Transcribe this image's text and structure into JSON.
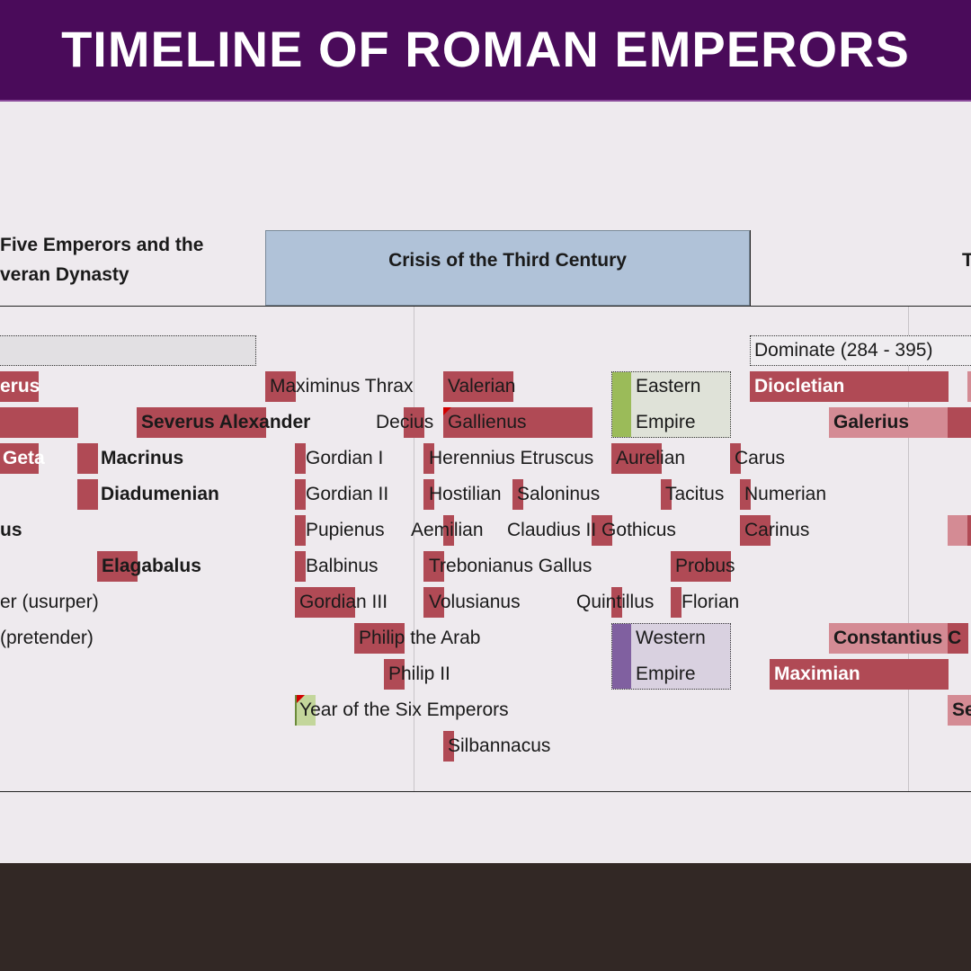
{
  "header": {
    "title": "TIMELINE OF ROMAN EMPERORS"
  },
  "eras": {
    "left_line1": "Five Emperors and the",
    "left_line2": "veran Dynasty",
    "crisis": "Crisis of the Third Century",
    "right_partial": "T"
  },
  "periods": {
    "dominate": "Dominate (284 - 395)"
  },
  "blocks": {
    "eastern_line1": "Eastern",
    "eastern_line2": "Empire",
    "western_line1": "Western",
    "western_line2": "Empire"
  },
  "emperors": {
    "erus": "erus",
    "severus_alexander": "Severus Alexander",
    "geta": "Geta",
    "macrinus": "Macrinus",
    "diadumenian": "Diadumenian",
    "us": "us",
    "elagabalus": "Elagabalus",
    "usurper": "er (usurper)",
    "pretender": "(pretender)",
    "maximinus_thrax": "Maximinus Thrax",
    "gordian_1": "Gordian I",
    "gordian_2": "Gordian II",
    "pupienus": "Pupienus",
    "balbinus": "Balbinus",
    "gordian_3": "Gordian III",
    "philip_arab": "Philip the Arab",
    "philip_2": "Philip II",
    "six_emperors": "Year of the Six Emperors",
    "decius": "Decius",
    "valerian": "Valerian",
    "gallienus": "Gallienus",
    "herennius": "Herennius Etruscus",
    "hostilian": "Hostilian",
    "aemilian": "Aemilian",
    "trebonianus": "Trebonianus Gallus",
    "volusianus": "Volusianus",
    "silbannacus": "Silbannacus",
    "saloninus": "Saloninus",
    "claudius": "Claudius II Gothicus",
    "quintillus": "Quintillus",
    "aurelian": "Aurelian",
    "tacitus": "Tacitus",
    "probus": "Probus",
    "florian": "Florian",
    "carus": "Carus",
    "numerian": "Numerian",
    "carinus": "Carinus",
    "diocletian": "Diocletian",
    "galerius": "Galerius",
    "constantius": "Constantius C",
    "maximian": "Maximian",
    "se": "Se"
  },
  "colors": {
    "header_bg": "#4a0b5a",
    "bar_red": "#b04a55",
    "bar_pink": "#d48b94",
    "crisis_bg": "#b0c2d8",
    "east_green": "#9bbb59",
    "west_purple": "#8060a0",
    "footer_bg": "#322825"
  }
}
